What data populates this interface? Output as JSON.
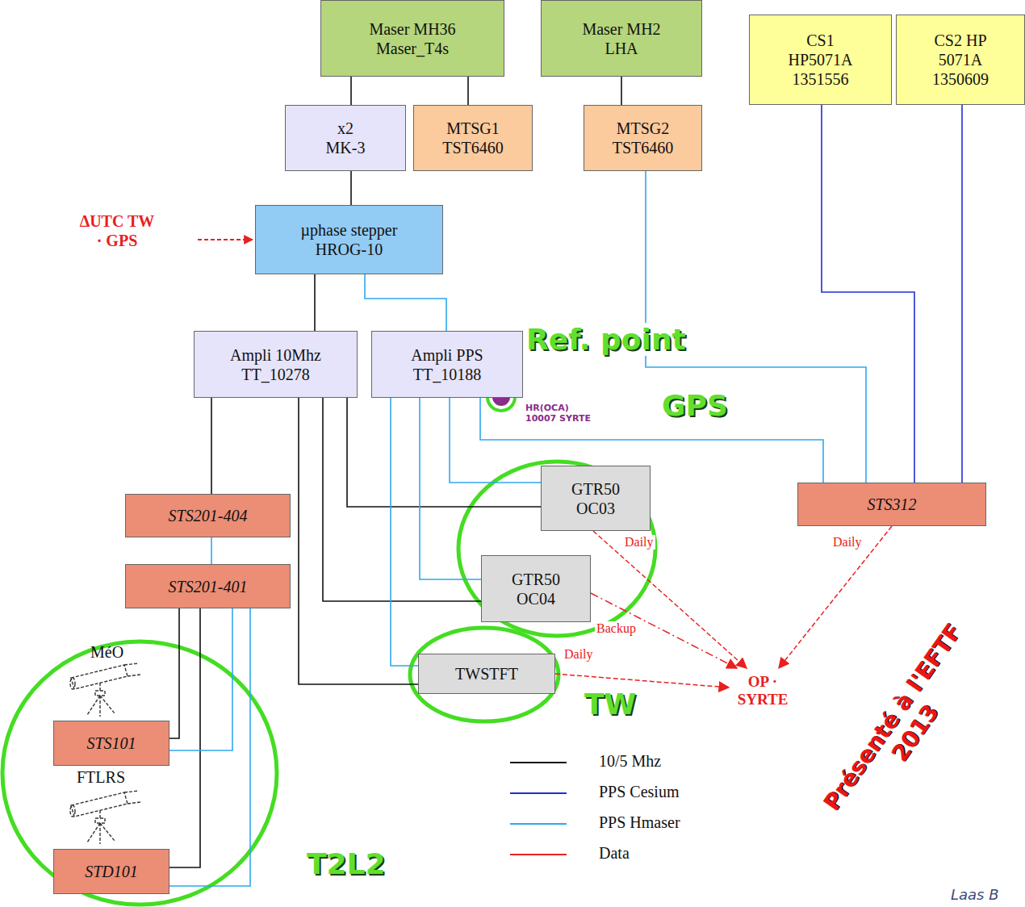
{
  "diagram": {
    "nodes": [
      {
        "text": [
          "Maser MH36 Maser_T4s"
        ]
      },
      {
        "text": [
          "Maser MH2 LHA"
        ]
      },
      {
        "text": [
          "CS1 HP5071A 1351556"
        ]
      },
      {
        "text": [
          "CS2 HP 5071A 1350609"
        ]
      },
      {
        "text": [
          "x2 MK-3"
        ]
      },
      {
        "text": [
          "MTSG1 TST6460"
        ]
      },
      {
        "text": [
          "MTSG2 TST6460"
        ]
      },
      {
        "text": [
          "µphase stepper HROG-10"
        ]
      },
      {
        "text": [
          "Ampli 10Mhz TT_10278"
        ]
      },
      {
        "text": [
          "Ampli PPS TT_10188"
        ]
      },
      {
        "text": [
          "STS201-404"
        ]
      },
      {
        "text": [
          "STS201-401"
        ]
      },
      {
        "text": [
          "GTR50 OC03"
        ]
      },
      {
        "text": [
          "STS312"
        ]
      },
      {
        "text": [
          "GTR50 OC04"
        ]
      },
      {
        "text": [
          "TWSTFT"
        ]
      },
      {
        "text": [
          "OP · SYRTE"
        ]
      },
      {
        "text": [
          "STS101"
        ]
      },
      {
        "text": [
          "STD101"
        ]
      }
    ],
    "edges": [
      {
        "from": 0,
        "to": 4,
        "arrow": "none"
      },
      {
        "from": 0,
        "to": 5,
        "arrow": "none"
      },
      {
        "from": 1,
        "to": 6,
        "arrow": "none"
      },
      {
        "from": 4,
        "to": 7,
        "arrow": "none"
      },
      {
        "from": 7,
        "to": 8,
        "arrow": "none"
      },
      {
        "from": 7,
        "to": 9,
        "arrow": "none"
      },
      {
        "from": 6,
        "to": 13,
        "arrow": "none"
      },
      {
        "from": 2,
        "to": 13,
        "arrow": "none"
      },
      {
        "from": 3,
        "to": 13,
        "arrow": "none"
      },
      {
        "from": 8,
        "to": 10,
        "arrow": "none"
      },
      {
        "from": 10,
        "to": 11,
        "arrow": "none"
      },
      {
        "from": 8,
        "to": 12,
        "arrow": "none"
      },
      {
        "from": 8,
        "to": 14,
        "arrow": "none"
      },
      {
        "from": 8,
        "to": 15,
        "arrow": "none"
      },
      {
        "from": 9,
        "to": 12,
        "arrow": "none"
      },
      {
        "from": 9,
        "to": 14,
        "arrow": "none"
      },
      {
        "from": 9,
        "to": 15,
        "arrow": "none"
      },
      {
        "from": 9,
        "to": 13,
        "arrow": "none"
      },
      {
        "from": 11,
        "to": 17,
        "arrow": "none"
      },
      {
        "from": 11,
        "to": 18,
        "arrow": "none"
      },
      {
        "from": 11,
        "to": 17,
        "arrow": "none"
      },
      {
        "from": 11,
        "to": 18,
        "arrow": "none"
      },
      {
        "from": 12,
        "to": 16,
        "label": "Daily",
        "arrow": "to"
      },
      {
        "from": 14,
        "to": 16,
        "label": "Backup",
        "arrow": "to"
      },
      {
        "from": 15,
        "to": 16,
        "label": "Daily",
        "arrow": "to"
      },
      {
        "from": 13,
        "to": 16,
        "label": "Daily",
        "arrow": "to"
      }
    ],
    "labels": [
      "ΔUTC TW · GPS",
      "Ref. point",
      "GPS",
      "HR(OCA) 10007 SYRTE",
      "TW",
      "MéO",
      "FTLRS",
      "T2L2",
      "Présenté à l'EFTF 2013",
      "Laas B"
    ],
    "legend": [
      {
        "text": "10/5 Mhz"
      },
      {
        "text": "PPS Cesium"
      },
      {
        "text": "PPS Hmaser"
      },
      {
        "text": "Data"
      }
    ]
  }
}
